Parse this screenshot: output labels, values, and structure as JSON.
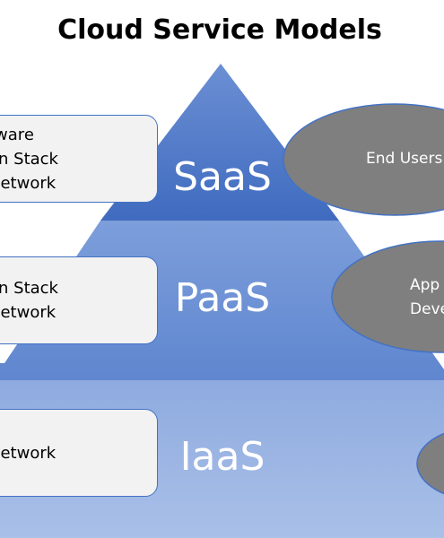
{
  "title": "Cloud Service Models",
  "colors": {
    "saas_fill": "#4472c4",
    "paas_fill": "#6f93d5",
    "iaas_fill": "#9db6e4",
    "box_fill": "#f2f2f2",
    "box_border": "#4472c4",
    "ellipse_fill": "#7f7f7f",
    "ellipse_border": "#4472c4"
  },
  "tiers": [
    {
      "label": "SaaS",
      "stack_lines": [
        "tware",
        "on Stack",
        "Network"
      ],
      "audience_lines": [
        "End Users"
      ]
    },
    {
      "label": "PaaS",
      "stack_lines": [
        "on Stack",
        "Network"
      ],
      "audience_lines": [
        "App",
        "Deve"
      ]
    },
    {
      "label": "IaaS",
      "stack_lines": [
        "Network"
      ],
      "audience_lines": []
    }
  ]
}
